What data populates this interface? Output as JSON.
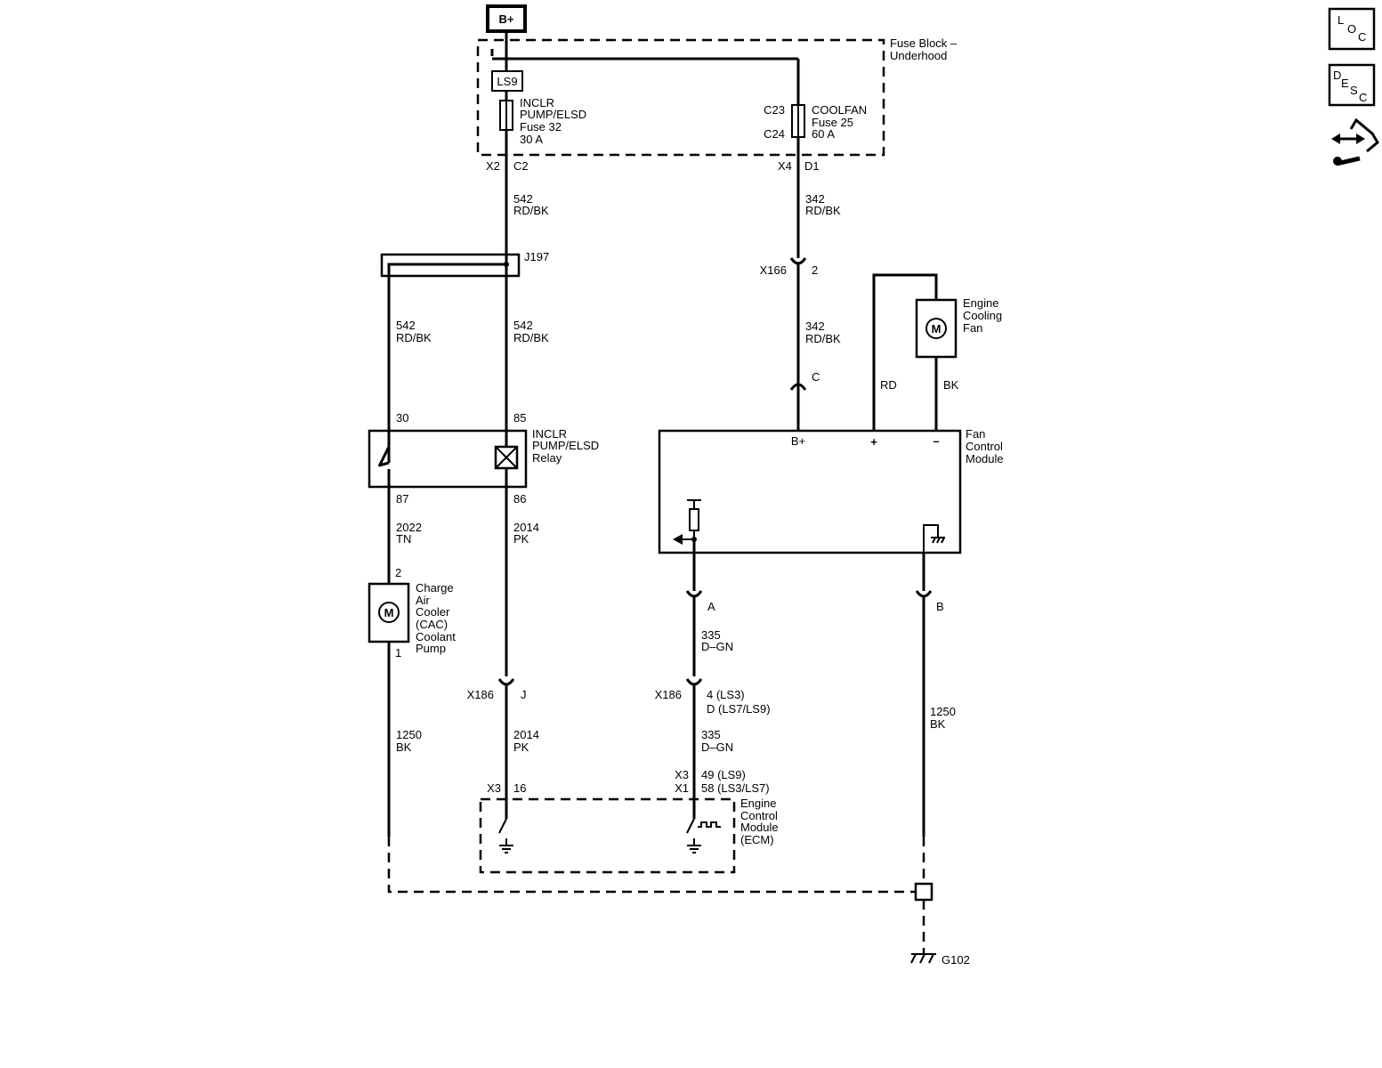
{
  "battery": {
    "label": "B+"
  },
  "fuse_block": {
    "name": "Fuse Block –",
    "name2": "Underhood"
  },
  "ls9_label": "LS9",
  "fuse32": {
    "line1": "INCLR",
    "line2": "PUMP/ELSD",
    "line3": "Fuse 32",
    "line4": "30 A",
    "conn": "X2",
    "pin": "C2"
  },
  "fuse25": {
    "line1": "COOLFAN",
    "line2": "Fuse 25",
    "line3": "60 A",
    "pin_top": "C23",
    "pin_bot": "C24",
    "conn": "X4",
    "pin": "D1"
  },
  "wires": {
    "w542a_num": "542",
    "w542a_col": "RD/BK",
    "w542b_num": "542",
    "w542b_col": "RD/BK",
    "w542c_num": "542",
    "w542c_col": "RD/BK",
    "w342a_num": "342",
    "w342a_col": "RD/BK",
    "w342b_num": "342",
    "w342b_col": "RD/BK",
    "w2022_num": "2022",
    "w2022_col": "TN",
    "w2014a_num": "2014",
    "w2014a_col": "PK",
    "w2014b_num": "2014",
    "w2014b_col": "PK",
    "w335a_num": "335",
    "w335a_col": "D–GN",
    "w335b_num": "335",
    "w335b_col": "D–GN",
    "w1250a_num": "1250",
    "w1250a_col": "BK",
    "w1250b_num": "1250",
    "w1250b_col": "BK",
    "rd": "RD",
    "bk": "BK"
  },
  "splice": {
    "label": "J197"
  },
  "x166": {
    "label": "X166",
    "pin": "2",
    "pin_c": "C"
  },
  "relay": {
    "name1": "INCLR",
    "name2": "PUMP/ELSD",
    "name3": "Relay",
    "p30": "30",
    "p85": "85",
    "p87": "87",
    "p86": "86"
  },
  "pump": {
    "name1": "Charge",
    "name2": "Air",
    "name3": "Cooler",
    "name4": "(CAC)",
    "name5": "Coolant",
    "name6": "Pump",
    "pin_top": "2",
    "pin_bot": "1",
    "motor": "M"
  },
  "fan": {
    "name1": "Engine",
    "name2": "Cooling",
    "name3": "Fan",
    "motor": "M"
  },
  "fcm": {
    "name1": "Fan",
    "name2": "Control",
    "name3": "Module",
    "bplus": "B+",
    "plus": "+",
    "minus": "–",
    "pin_a": "A",
    "pin_b": "B"
  },
  "x186": {
    "label_left": "X186",
    "pin_j": "J",
    "label_mid": "X186",
    "pin_ls3": "4 (LS3)",
    "pin_ls79": "D (LS7/LS9)"
  },
  "ecm": {
    "name1": "Engine",
    "name2": "Control",
    "name3": "Module",
    "name4": "(ECM)",
    "x3a": "X3",
    "pin16": "16",
    "x3b": "X3",
    "x1": "X1",
    "pin49": "49 (LS9)",
    "pin58": "58 (LS3/LS7)"
  },
  "ground": {
    "label": "G102"
  },
  "side_icons": {
    "loc": [
      "L",
      "O",
      "C"
    ],
    "desc": [
      "D",
      "E",
      "S",
      "C"
    ],
    "nav": "wiring-nav-icon"
  }
}
